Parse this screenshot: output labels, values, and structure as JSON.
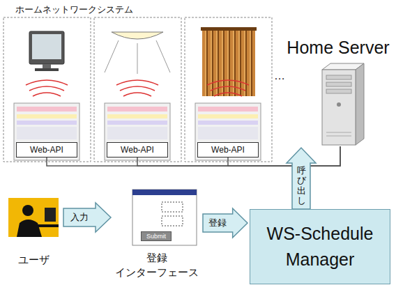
{
  "diagram": {
    "nodes": [
      {
        "text": [
          "Web-API"
        ]
      },
      {
        "text": [
          "Web-API"
        ]
      },
      {
        "text": [
          "Web-API"
        ]
      },
      {
        "text": [
          "Home Server"
        ]
      },
      {
        "text": [
          "ユーザ"
        ]
      },
      {
        "text": [
          "Submit",
          "登録 インターフェース"
        ]
      },
      {
        "text": [
          "WS-Schedule Manager"
        ]
      }
    ],
    "edges": [
      {
        "from": 0,
        "to": 3,
        "arrow": "none"
      },
      {
        "from": 1,
        "to": 3,
        "arrow": "none"
      },
      {
        "from": 2,
        "to": 3,
        "arrow": "none"
      },
      {
        "from": 4,
        "to": 5,
        "label": "入力",
        "arrow": "to"
      },
      {
        "from": 5,
        "to": 6,
        "label": "登録",
        "arrow": "to"
      },
      {
        "from": 6,
        "to": 3,
        "label": "呼び出し",
        "arrow": "to"
      }
    ],
    "labels": [
      "ホームネットワークシステム",
      "…"
    ]
  }
}
